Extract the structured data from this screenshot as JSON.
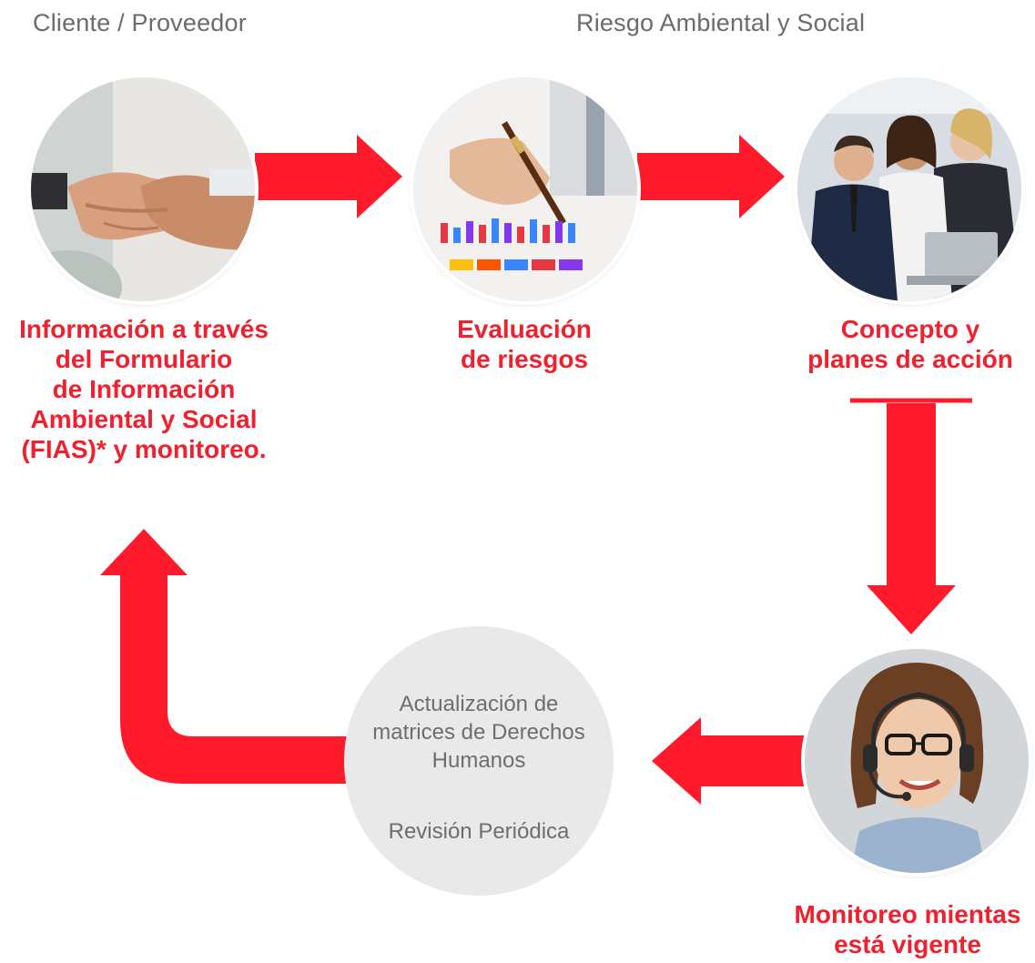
{
  "headers": {
    "left": "Cliente / Proveedor",
    "right": "Riesgo Ambiental y Social"
  },
  "steps": [
    {
      "label_lines": [
        "Información a través",
        "del Formulario",
        "de Información",
        "Ambiental y Social",
        "(FIAS)* y monitoreo."
      ],
      "image": "handshake-photo"
    },
    {
      "label_lines": [
        "Evaluación",
        "de riesgos"
      ],
      "image": "pen-charts-photo"
    },
    {
      "label_lines": [
        "Concepto y",
        "planes de acción"
      ],
      "image": "business-team-photo"
    },
    {
      "label_lines": [
        "Monitoreo mientas",
        "está vigente"
      ],
      "image": "headset-operator-photo"
    }
  ],
  "review": {
    "lines": [
      "Actualización de",
      "matrices de Derechos",
      "Humanos"
    ],
    "footer": "Revisión Periódica"
  },
  "colors": {
    "accent": "#f0202e",
    "arrow": "#ff1a2c",
    "header_text": "#6b6b6b",
    "review_bg": "#e9e9e9"
  }
}
